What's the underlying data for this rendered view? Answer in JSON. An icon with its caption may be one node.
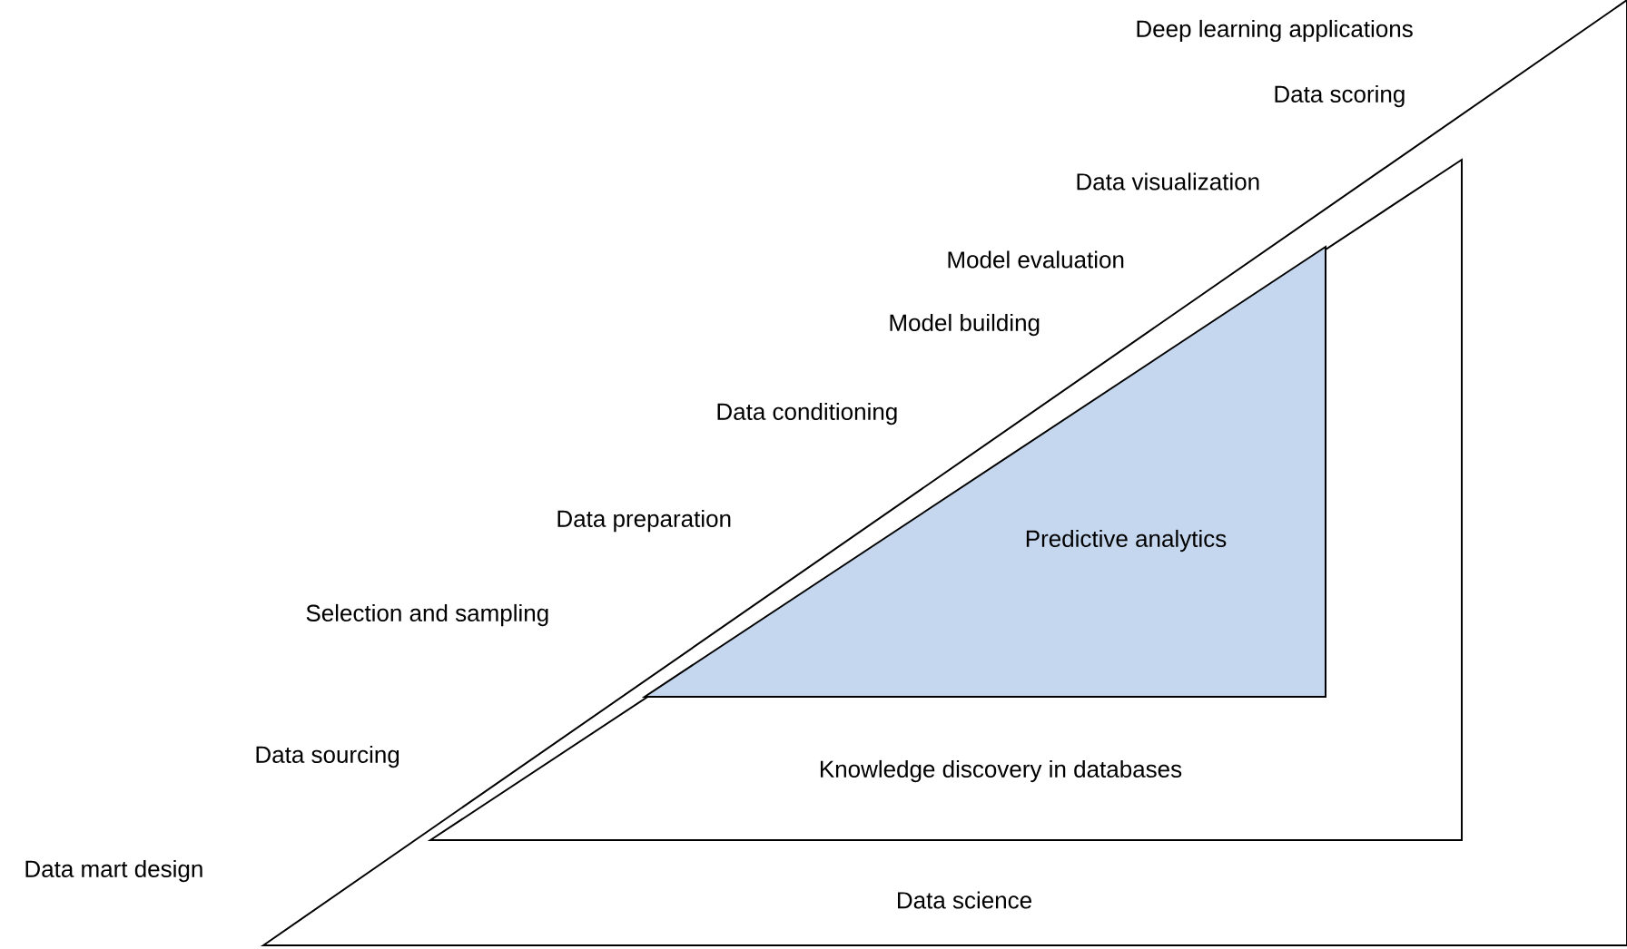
{
  "diagram": {
    "nodes": [
      {
        "text": [
          "Data science"
        ]
      },
      {
        "text": [
          "Knowledge discovery in databases"
        ],
        "in": 0
      },
      {
        "text": [
          "Predictive analytics"
        ],
        "in": 1
      }
    ],
    "labels": [
      "Deep learning applications",
      "Data scoring",
      "Data visualization",
      "Model evaluation",
      "Model building",
      "Data conditioning",
      "Data preparation",
      "Selection and sampling",
      "Data sourcing",
      "Data mart design"
    ]
  }
}
